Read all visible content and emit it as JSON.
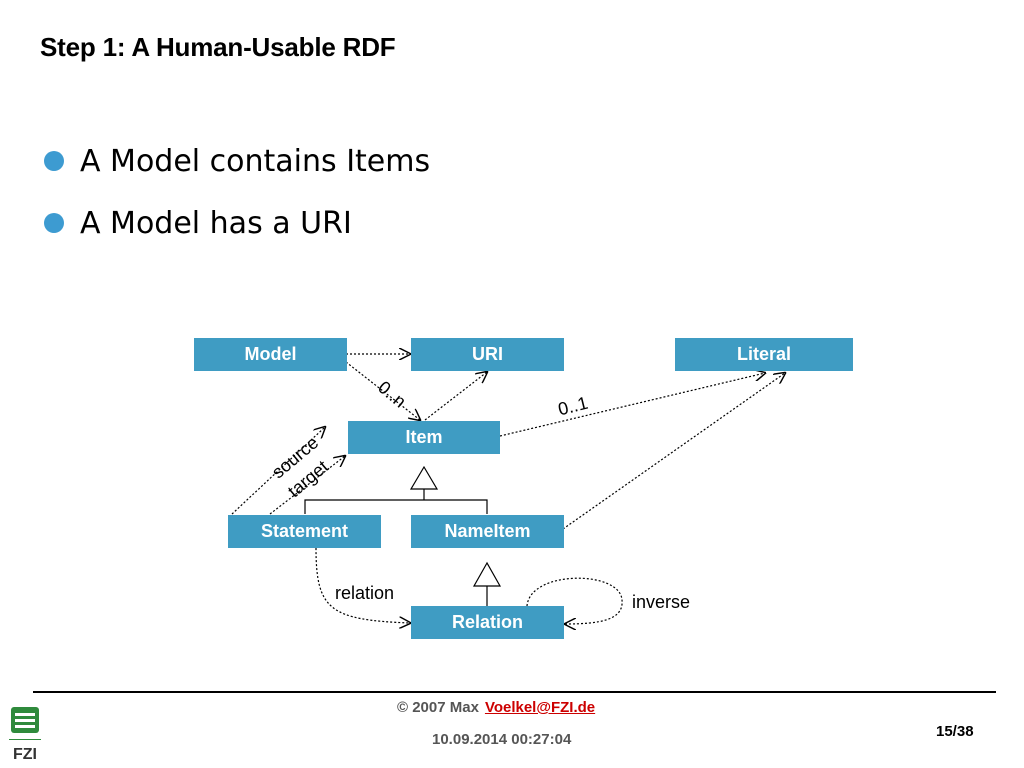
{
  "title": "Step 1: A Human-Usable RDF",
  "bullets": [
    "A Model contains Items",
    "A Model has a URI"
  ],
  "diagram": {
    "boxes": {
      "model": "Model",
      "uri": "URI",
      "literal": "Literal",
      "item": "Item",
      "statement": "Statement",
      "nameitem": "NameItem",
      "relation": "Relation"
    },
    "labels": {
      "zero_n": "0..n",
      "zero_one": "0..1",
      "source": "source",
      "target": "target",
      "relation": "relation",
      "inverse": "inverse"
    }
  },
  "footer": {
    "copyright": "© 2007 Max",
    "email": "Voelkel@FZI.de",
    "date": "10.09.2014 00:27:04",
    "page": "15/38",
    "logo_text": "FZI"
  },
  "colors": {
    "box": "#3f9cc3",
    "bullet": "#3d9bd1",
    "email": "#cc0000"
  }
}
